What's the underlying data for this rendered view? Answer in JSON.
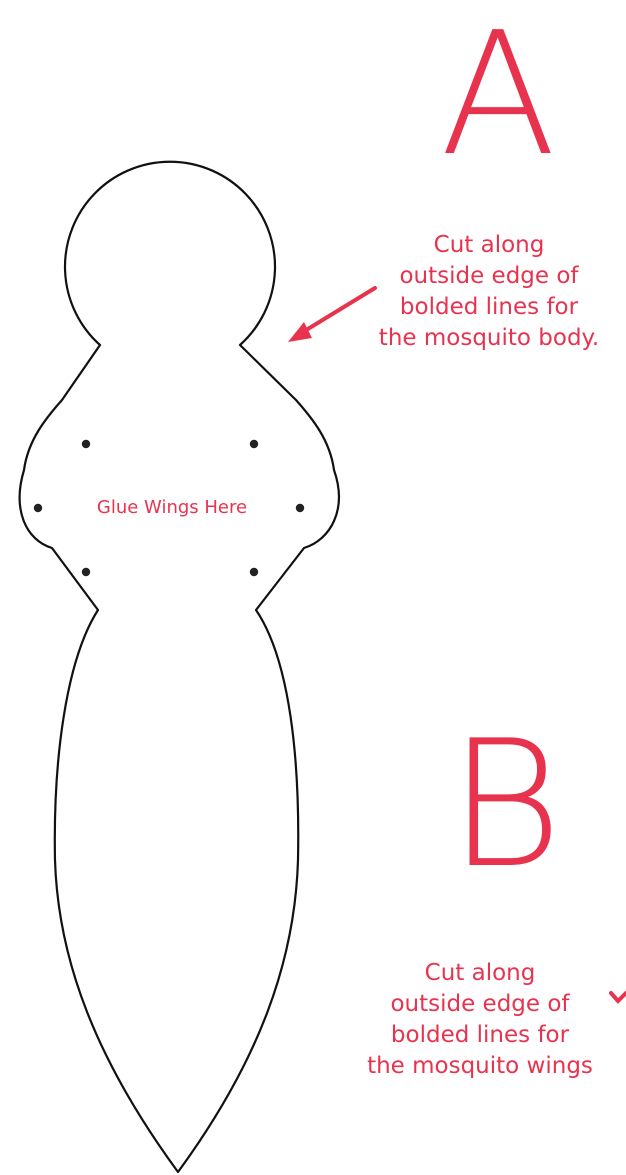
{
  "template": {
    "section_a": {
      "letter": "A",
      "instruction_lines": [
        "Cut along",
        "outside edge of",
        "bolded lines for",
        "the mosquito body."
      ]
    },
    "section_b": {
      "letter": "B",
      "instruction_lines": [
        "Cut along",
        "outside edge of",
        "bolded lines for",
        "the mosquito wings"
      ]
    },
    "body_shape": {
      "glue_label": "Glue Wings Here"
    }
  },
  "colors": {
    "accent": "#e8334f",
    "outline": "#111111",
    "background": "#ffffff"
  }
}
